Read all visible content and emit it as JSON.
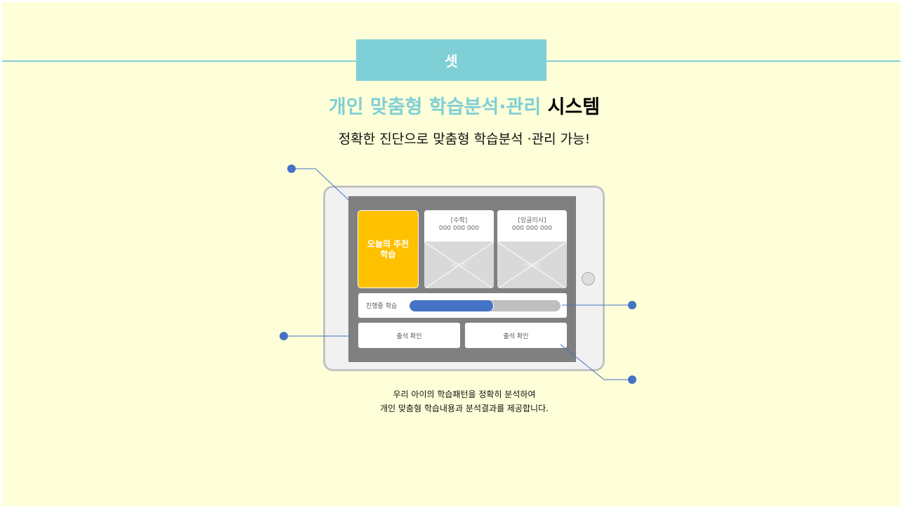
{
  "header": {
    "badge": "셋",
    "title_accent": "개인 맞춤형 학습분석·관리",
    "title_rest": "시스템",
    "subtitle": "정확한 진단으로 맞춤형 학습분석  ·관리 가능!"
  },
  "tablet": {
    "recommend_label": "오늘의 추천 학습",
    "cards": [
      {
        "subject": "[수학]",
        "code": "000 000 000",
        "image_label": "이미지"
      },
      {
        "subject": "[잉글리시]",
        "code": "000 000 000",
        "image_label": "이미지"
      }
    ],
    "progress": {
      "label": "진행중 학습",
      "value_percent": 56
    },
    "buttons": [
      "출석 확인",
      "출석 확인"
    ]
  },
  "description": [
    "우리 아이의 학습패턴을 정확히 분석하여",
    "개인 맞춤형 학습내용과 분석결과를 제공합니다."
  ],
  "colors": {
    "accent": "#7fcfd6",
    "background": "#fefed8",
    "highlight": "#ffc000",
    "progress": "#4472c4"
  }
}
